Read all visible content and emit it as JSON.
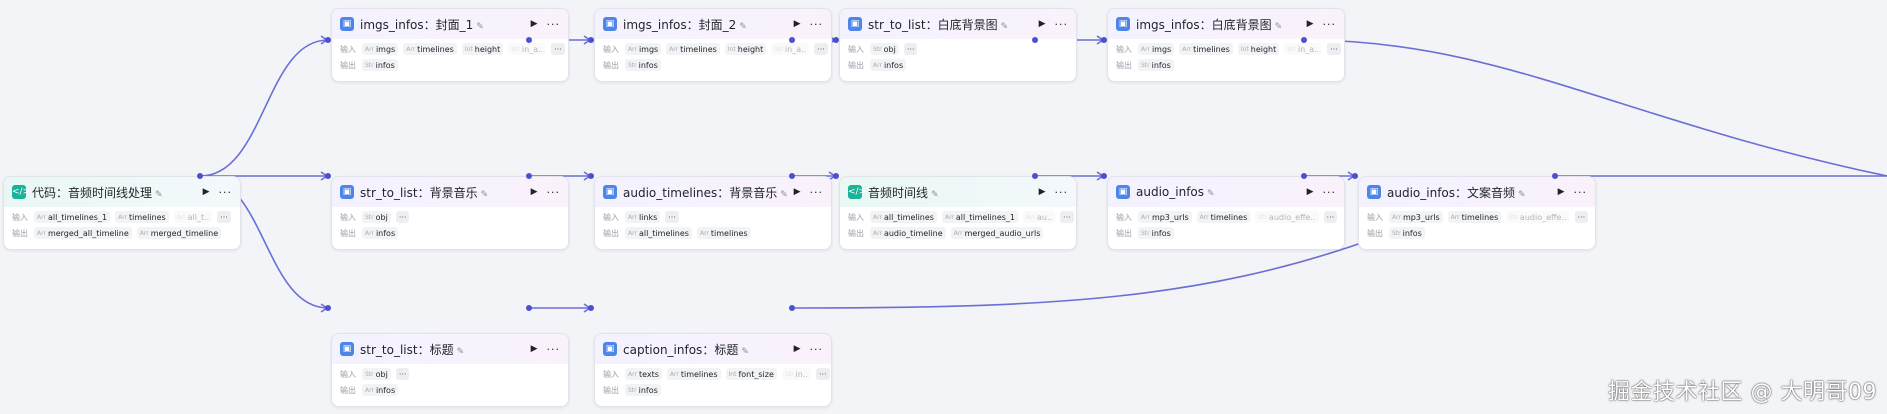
{
  "labels": {
    "input": "输入",
    "output": "输出"
  },
  "nodes": [
    {
      "id": "n_code",
      "title": "代码：音频时间线处理",
      "kind": "code",
      "inputs": [
        {
          "type": "Arr",
          "name": "all_timelines_1"
        },
        {
          "type": "Arr",
          "name": "timelines"
        },
        {
          "type": "Arr",
          "name": "all_t..",
          "faded": true
        }
      ],
      "outputs": [
        {
          "type": "Arr",
          "name": "merged_all_timeline"
        },
        {
          "type": "Arr",
          "name": "merged_timeline"
        }
      ]
    },
    {
      "id": "n_i1",
      "title": "imgs_infos：封面_1",
      "kind": "plugin",
      "inputs": [
        {
          "type": "Arr",
          "name": "imgs"
        },
        {
          "type": "Arr",
          "name": "timelines"
        },
        {
          "type": "Int",
          "name": "height"
        },
        {
          "type": "Str",
          "name": "in_a..",
          "faded": true
        }
      ],
      "outputs": [
        {
          "type": "Str",
          "name": "infos"
        }
      ]
    },
    {
      "id": "n_i2",
      "title": "imgs_infos：封面_2",
      "kind": "plugin",
      "inputs": [
        {
          "type": "Arr",
          "name": "imgs"
        },
        {
          "type": "Arr",
          "name": "timelines"
        },
        {
          "type": "Int",
          "name": "height"
        },
        {
          "type": "Str",
          "name": "in_a..",
          "faded": true
        }
      ],
      "outputs": [
        {
          "type": "Str",
          "name": "infos"
        }
      ]
    },
    {
      "id": "n_s1",
      "title": "str_to_list：白底背景图",
      "kind": "plugin",
      "inputs": [
        {
          "type": "Str",
          "name": "obj"
        }
      ],
      "outputs": [
        {
          "type": "Arr",
          "name": "infos"
        }
      ]
    },
    {
      "id": "n_i3",
      "title": "imgs_infos：白底背景图",
      "kind": "plugin",
      "inputs": [
        {
          "type": "Arr",
          "name": "imgs"
        },
        {
          "type": "Arr",
          "name": "timelines"
        },
        {
          "type": "Int",
          "name": "height"
        },
        {
          "type": "Str",
          "name": "in_a..",
          "faded": true
        }
      ],
      "outputs": [
        {
          "type": "Str",
          "name": "infos"
        }
      ]
    },
    {
      "id": "n_s2",
      "title": "str_to_list：背景音乐",
      "kind": "plugin",
      "inputs": [
        {
          "type": "Str",
          "name": "obj"
        }
      ],
      "outputs": [
        {
          "type": "Arr",
          "name": "infos"
        }
      ]
    },
    {
      "id": "n_at",
      "title": "audio_timelines：背景音乐",
      "kind": "plugin",
      "inputs": [
        {
          "type": "Arr",
          "name": "links"
        }
      ],
      "outputs": [
        {
          "type": "Arr",
          "name": "all_timelines"
        },
        {
          "type": "Arr",
          "name": "timelines"
        }
      ]
    },
    {
      "id": "n_tl",
      "title": "音频时间线",
      "kind": "code",
      "inputs": [
        {
          "type": "Arr",
          "name": "all_timelines"
        },
        {
          "type": "Arr",
          "name": "all_timelines_1"
        },
        {
          "type": "Arr",
          "name": "au..",
          "faded": true
        }
      ],
      "outputs": [
        {
          "type": "Arr",
          "name": "audio_timeline"
        },
        {
          "type": "Arr",
          "name": "merged_audio_urls"
        }
      ]
    },
    {
      "id": "n_ai",
      "title": "audio_infos",
      "kind": "plugin",
      "inputs": [
        {
          "type": "Arr",
          "name": "mp3_urls"
        },
        {
          "type": "Arr",
          "name": "timelines"
        },
        {
          "type": "Str",
          "name": "audio_effe..",
          "faded": true
        }
      ],
      "outputs": [
        {
          "type": "Str",
          "name": "infos"
        }
      ]
    },
    {
      "id": "n_ai2",
      "title": "audio_infos：文案音频",
      "kind": "plugin",
      "inputs": [
        {
          "type": "Arr",
          "name": "mp3_urls"
        },
        {
          "type": "Arr",
          "name": "timelines"
        },
        {
          "type": "Str",
          "name": "audio_effe..",
          "faded": true
        }
      ],
      "outputs": [
        {
          "type": "Str",
          "name": "infos"
        }
      ]
    },
    {
      "id": "n_s3",
      "title": "str_to_list：标题",
      "kind": "plugin",
      "inputs": [
        {
          "type": "Str",
          "name": "obj"
        }
      ],
      "outputs": [
        {
          "type": "Arr",
          "name": "infos"
        }
      ]
    },
    {
      "id": "n_ci",
      "title": "caption_infos：标题",
      "kind": "plugin",
      "inputs": [
        {
          "type": "Arr",
          "name": "texts"
        },
        {
          "type": "Arr",
          "name": "timelines"
        },
        {
          "type": "Int",
          "name": "font_size"
        },
        {
          "type": "Str",
          "name": "in..",
          "faded": true
        }
      ],
      "outputs": [
        {
          "type": "Str",
          "name": "infos"
        }
      ]
    }
  ],
  "watermark": "掘金技术社区 @ 大明哥09",
  "colors": {
    "edge": "#6a6fd6",
    "port": "#4a50d0"
  }
}
